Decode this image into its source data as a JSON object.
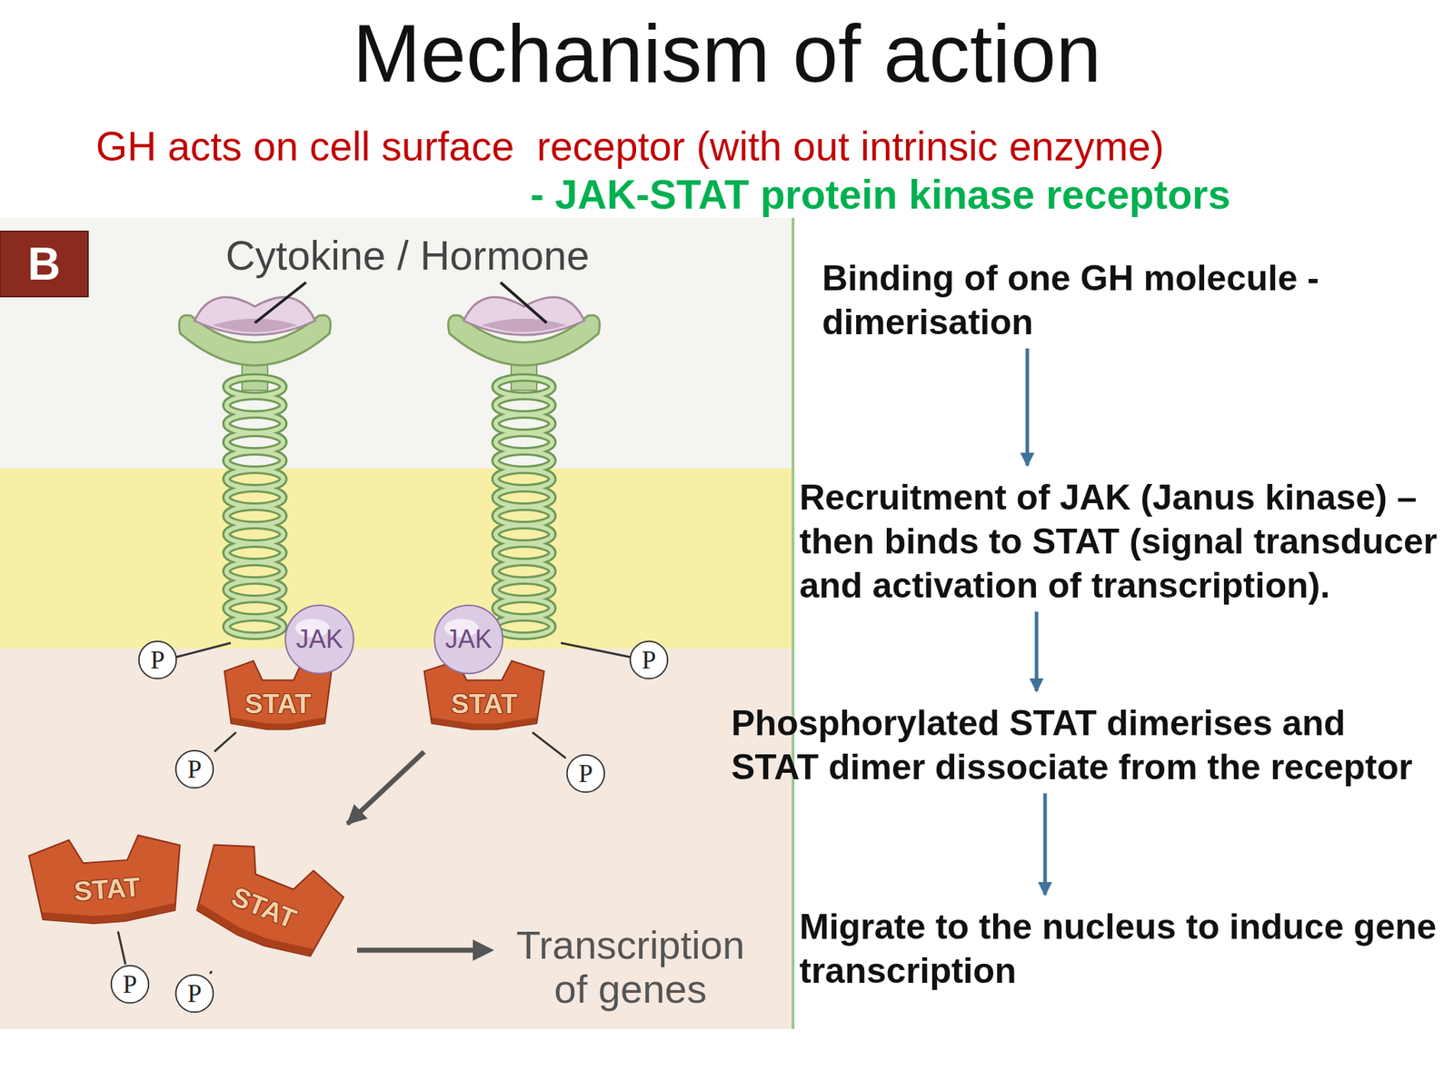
{
  "diagram": {
    "title": "Mechanism of action",
    "nodes": [
      {
        "text": [
          "B"
        ]
      },
      {
        "text": [
          "JAK"
        ]
      },
      {
        "text": [
          "JAK"
        ]
      },
      {
        "text": [
          "P"
        ]
      },
      {
        "text": [
          "P"
        ]
      },
      {
        "text": [
          "STAT"
        ]
      },
      {
        "text": [
          "STAT"
        ]
      },
      {
        "text": [
          "P"
        ]
      },
      {
        "text": [
          "P"
        ]
      },
      {
        "text": [
          "STAT"
        ]
      },
      {
        "text": [
          "STAT"
        ]
      },
      {
        "text": [
          "P"
        ]
      },
      {
        "text": [
          "P"
        ]
      },
      {
        "text": [
          "Binding of one GH molecule - dimerisation"
        ]
      },
      {
        "text": [
          "Recruitment of JAK (Janus kinase) – then binds to STAT (signal transducer and activation of transcription)."
        ]
      },
      {
        "text": [
          "Phosphorylated STAT dimerises and STAT dimer dissociate from the receptor"
        ]
      },
      {
        "text": [
          "Migrate to the nucleus to induce gene transcription"
        ]
      }
    ],
    "edges": [
      {
        "from": 6,
        "to": 10,
        "arrow": "to"
      },
      {
        "from": 7,
        "to": 5,
        "arrow": "none"
      },
      {
        "from": 8,
        "to": 6,
        "arrow": "none"
      },
      {
        "from": 11,
        "to": 9,
        "arrow": "none"
      },
      {
        "from": 12,
        "to": 10,
        "arrow": "none"
      },
      {
        "from": 13,
        "to": 14,
        "arrow": "to"
      },
      {
        "from": 14,
        "to": 15,
        "arrow": "to"
      },
      {
        "from": 15,
        "to": 16,
        "arrow": "to"
      }
    ],
    "labels": [
      "GH acts on cell surface  receptor (with out intrinsic enzyme)",
      "- JAK-STAT protein kinase receptors",
      "Cytokine / Hormone",
      "Transcription of genes"
    ]
  }
}
